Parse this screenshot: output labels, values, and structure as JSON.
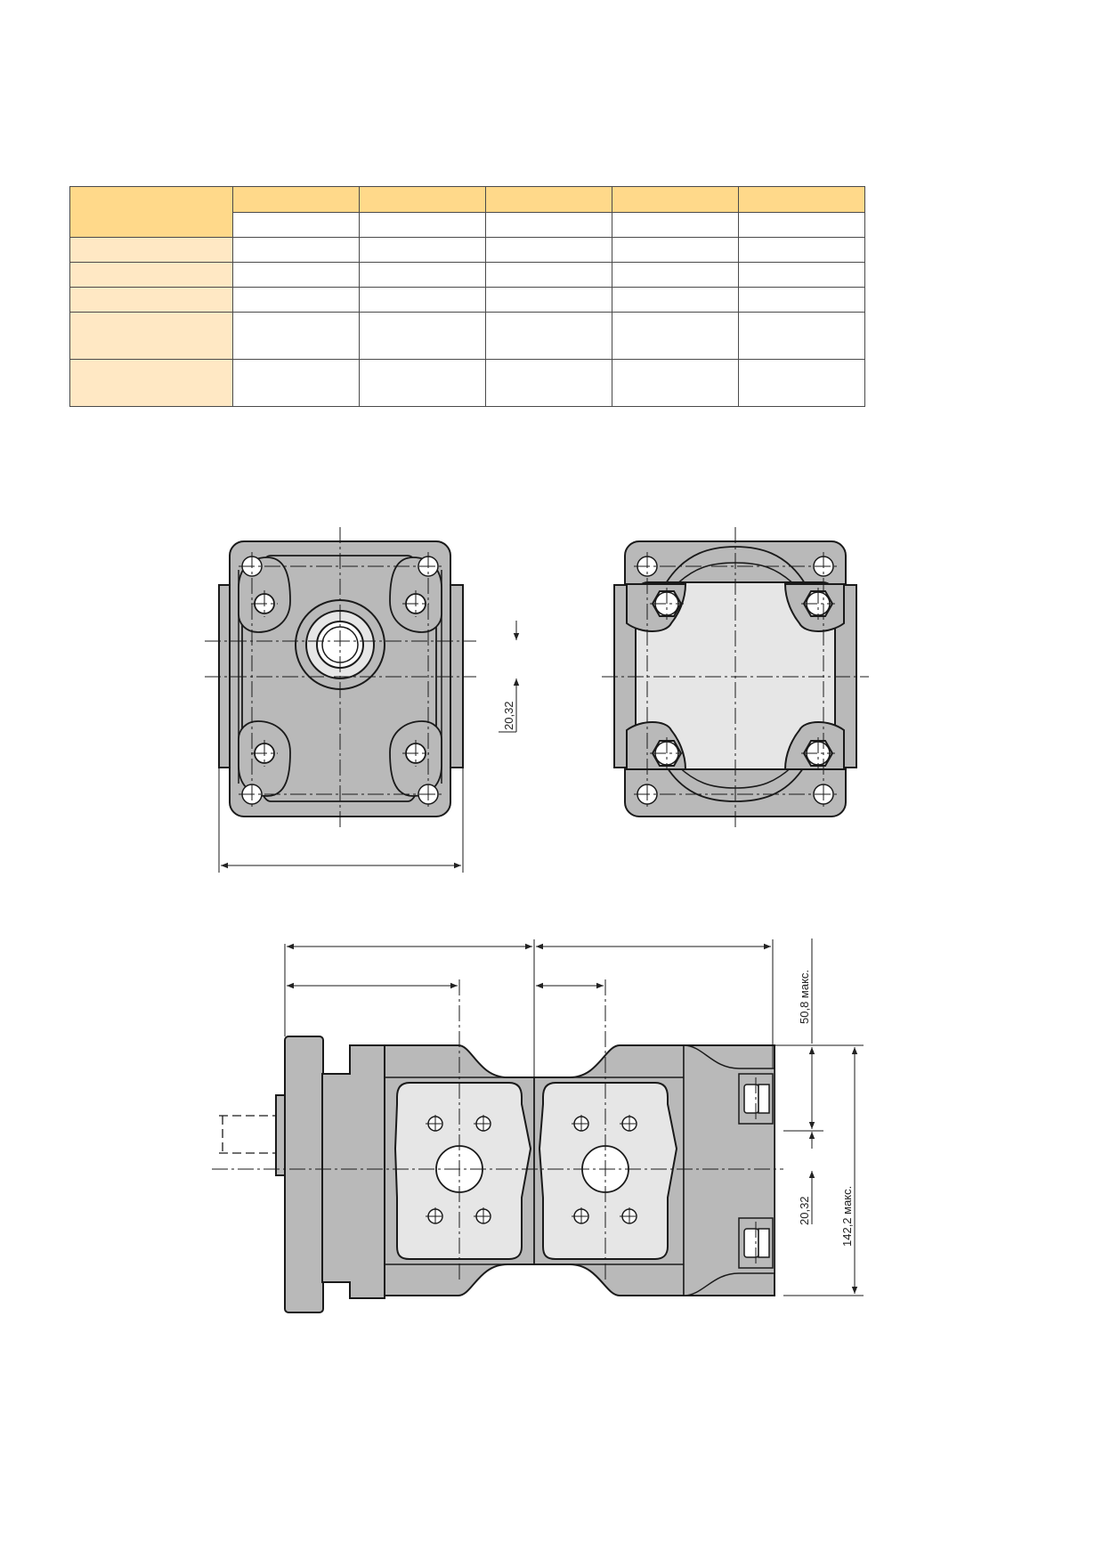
{
  "table": {
    "header_columns": [
      "",
      "",
      "",
      "",
      ""
    ],
    "sub_header": [
      "",
      "",
      "",
      "",
      ""
    ],
    "rows": [
      {
        "label": "",
        "cells": [
          "",
          "",
          "",
          "",
          ""
        ]
      },
      {
        "label": "",
        "cells": [
          "",
          "",
          "",
          "",
          ""
        ]
      },
      {
        "label": "",
        "cells": [
          "",
          "",
          "",
          "",
          ""
        ]
      },
      {
        "label": "",
        "cells": [
          "",
          "",
          "",
          "",
          ""
        ]
      },
      {
        "label": "",
        "cells": [
          "",
          "",
          "",
          "",
          ""
        ]
      }
    ]
  },
  "dimensions": {
    "front_offset": "20,32",
    "side_top_max": "50,8 макс.",
    "side_offset": "20,32",
    "side_overall_max": "142,2 макс."
  },
  "colors": {
    "header_fill": "#ffd98a",
    "row_label_fill": "#ffe8c4",
    "body_gray": "#b9b9b9",
    "plate_light": "#e6e6e6"
  }
}
